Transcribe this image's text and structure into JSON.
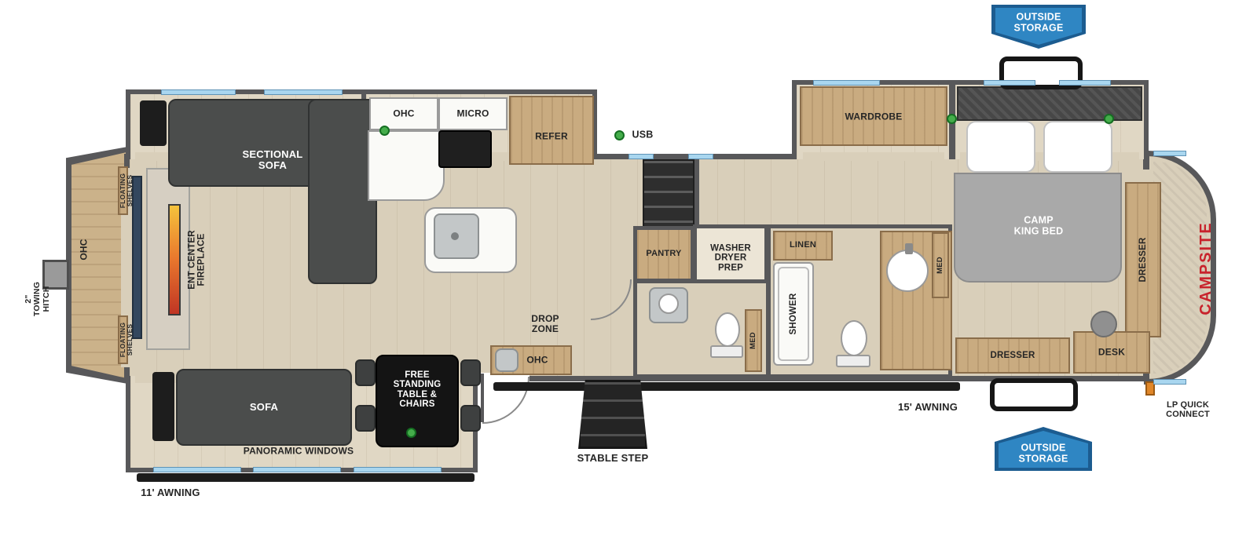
{
  "colors": {
    "wall": "#58585a",
    "floor": "#d9cfba",
    "slide_floor": "#e0d7c4",
    "cabinet_wood": "#c9ab80",
    "dark_furniture": "#4b4d4c",
    "window_blue": "#a9d6ef",
    "banner_blue": "#2f86c3",
    "banner_blue_dark": "#1c5c90",
    "marker_green": "#45ad4b",
    "brand_red": "#c8232c",
    "awning_black": "#1c1c1c",
    "flame_orange": "#e8762d"
  },
  "labels": {
    "exterior": {
      "outside_storage_top": "OUTSIDE STORAGE",
      "outside_storage_bottom": "OUTSIDE STORAGE",
      "awning_rear": "11' AWNING",
      "awning_main": "15' AWNING",
      "stable_step": "STABLE STEP",
      "lp_quick_connect": "LP QUICK CONNECT",
      "towing_hitch": "2\" TOWING HITCH",
      "brand": "CAMPSITE"
    },
    "living": {
      "sectional_sofa": "SECTIONAL SOFA",
      "sofa": "SOFA",
      "table": "FREE STANDING TABLE & CHAIRS",
      "panoramic_windows": "PANORAMIC WINDOWS",
      "ent_center": "ENT CENTER FIREPLACE",
      "ohc_rear": "OHC",
      "floating_shelves_top": "FLOATING SHELVES",
      "floating_shelves_bottom": "FLOATING SHELVES"
    },
    "kitchen": {
      "ohc": "OHC",
      "micro": "MICRO",
      "refer": "REFER",
      "pantry": "PANTRY",
      "drop_zone": "DROP ZONE",
      "drop_zone_ohc": "OHC",
      "usb": "USB"
    },
    "bath": {
      "washer_dryer": "WASHER DRYER PREP",
      "linen": "LINEN",
      "shower": "SHOWER",
      "med_half": "MED",
      "med_main": "MED"
    },
    "bedroom": {
      "wardrobe": "WARDROBE",
      "bed": "CAMP KING BED",
      "dresser_side": "DRESSER",
      "dresser_front": "DRESSER",
      "desk": "DESK"
    }
  }
}
